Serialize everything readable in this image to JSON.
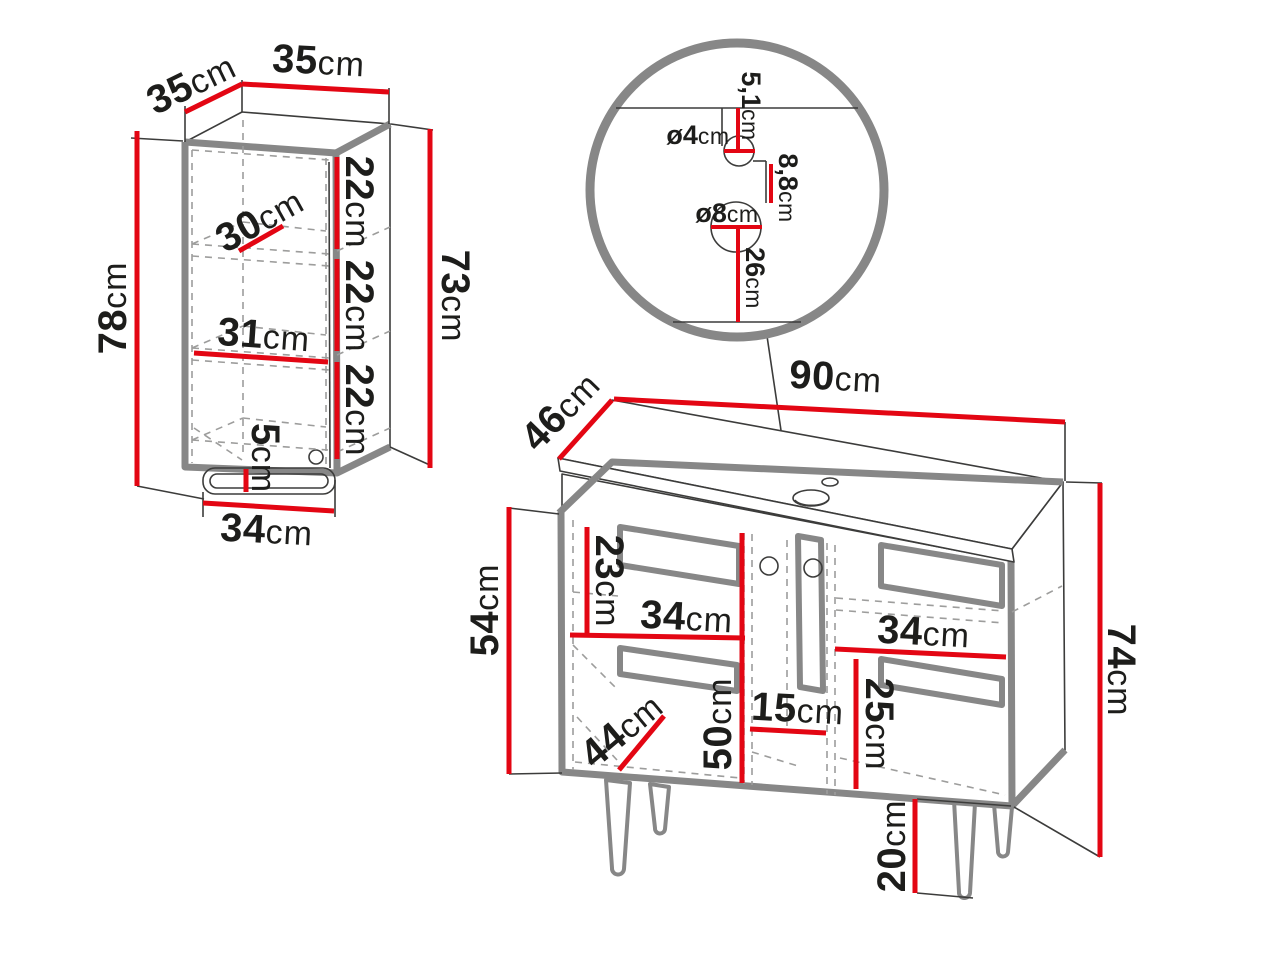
{
  "colors": {
    "dimension_red": "#e30613",
    "structure_gray": "#878787",
    "outline_black": "#3c3c3b",
    "hidden_edge_gray": "#9d9d9c",
    "text_black": "#1d1d1b"
  },
  "wall_cabinet": {
    "dims": {
      "top_depth": {
        "num": "35",
        "unit": "cm"
      },
      "top_width": {
        "num": "35",
        "unit": "cm"
      },
      "height_total": {
        "num": "78",
        "unit": "cm"
      },
      "height_inner": {
        "num": "73",
        "unit": "cm"
      },
      "section_1": {
        "num": "22",
        "unit": "cm"
      },
      "section_2": {
        "num": "22",
        "unit": "cm"
      },
      "section_3": {
        "num": "22",
        "unit": "cm"
      },
      "shelf_depth": {
        "num": "30",
        "unit": "cm"
      },
      "shelf_width": {
        "num": "31",
        "unit": "cm"
      },
      "rail_height": {
        "num": "5",
        "unit": "cm"
      },
      "bottom_width": {
        "num": "34",
        "unit": "cm"
      }
    }
  },
  "detail_circle": {
    "dims": {
      "offset_top": {
        "num": "5,1",
        "unit": "cm"
      },
      "small_hole_dia": {
        "num": "ø4",
        "unit": "cm"
      },
      "holes_gap": {
        "num": "8,8",
        "unit": "cm"
      },
      "large_hole_dia": {
        "num": "ø8",
        "unit": "cm"
      },
      "offset_bottom": {
        "num": "26",
        "unit": "cm"
      }
    }
  },
  "vanity_cabinet": {
    "dims": {
      "top_depth": {
        "num": "46",
        "unit": "cm"
      },
      "top_width": {
        "num": "90",
        "unit": "cm"
      },
      "body_height": {
        "num": "54",
        "unit": "cm"
      },
      "recess_left": {
        "num": "23",
        "unit": "cm"
      },
      "door_left_width": {
        "num": "34",
        "unit": "cm"
      },
      "door_right_width": {
        "num": "34",
        "unit": "cm"
      },
      "inner_depth": {
        "num": "44",
        "unit": "cm"
      },
      "inner_height": {
        "num": "50",
        "unit": "cm"
      },
      "middle_width": {
        "num": "15",
        "unit": "cm"
      },
      "recess_right": {
        "num": "25",
        "unit": "cm"
      },
      "total_height": {
        "num": "74",
        "unit": "cm"
      },
      "leg_height": {
        "num": "20",
        "unit": "cm"
      }
    }
  }
}
